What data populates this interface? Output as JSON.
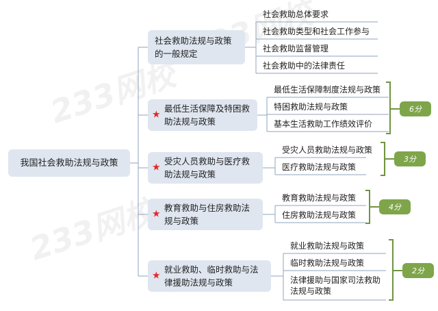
{
  "root": {
    "label": "我国社会救助法规与政策"
  },
  "branches": [
    {
      "label": "社会救助法规与政策的一般规定",
      "star": false,
      "children": [
        "社会救助总体要求",
        "社会救助类型和社会工作参与",
        "社会救助监督管理",
        "社会救助中的法律责任"
      ],
      "score": ""
    },
    {
      "label": "最低生活保障及特困救助法规与政策",
      "star": true,
      "children": [
        "最低生活保障制度法规与政策",
        "特困救助法规与政策",
        "基本生活救助工作绩效评价"
      ],
      "score": "6分"
    },
    {
      "label": "受灾人员救助与医疗救助法规与政策",
      "star": true,
      "children": [
        "受灾人员救助法规与政策",
        "医疗救助法规与政策"
      ],
      "score": "3分"
    },
    {
      "label": "教育救助与住房救助法规与政策",
      "star": true,
      "children": [
        "教育救助法规与政策",
        "住房救助法规与政策"
      ],
      "score": "4分"
    },
    {
      "label": "就业救助、临时救助与法律援助法规与政策",
      "star": true,
      "children": [
        "就业救助法规与政策",
        "临时救助法规与政策",
        "法律援助与国家司法救助法规与政策"
      ],
      "score": "2分"
    }
  ],
  "watermark": "233网校",
  "colors": {
    "node_bg": "#dfe6f0",
    "line": "#8fa3bd",
    "score_bg": "#7fa54a",
    "score_bracket": "#6e9440",
    "star": "#e02828"
  }
}
